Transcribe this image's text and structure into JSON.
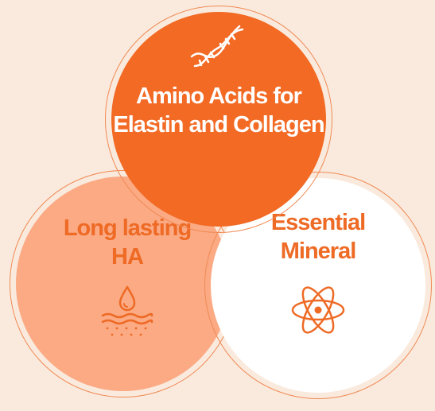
{
  "colors": {
    "background": "#faeadd",
    "amino_fill": "#f26a24",
    "ha_fill": "#fbaa84",
    "mineral_fill": "#ffffff",
    "ring": "#f08a55",
    "label_light": "#ffffff",
    "label_orange": "#ee6a25"
  },
  "circles": {
    "amino": {
      "label": "Amino Acids for\nElastin and Collagen",
      "icon": "dna-icon"
    },
    "ha": {
      "label": "Long lasting\nHA",
      "icon": "water-drop-skin-icon"
    },
    "mineral": {
      "label": "Essential\nMineral",
      "icon": "atom-icon"
    }
  }
}
